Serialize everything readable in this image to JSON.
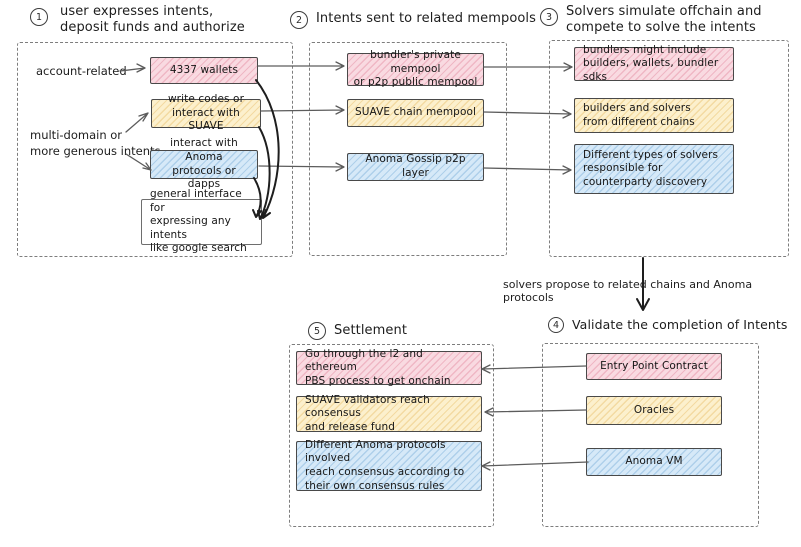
{
  "colors": {
    "pink_fill": "#f9dae1",
    "pink_hatch": "#d96682",
    "yellow_fill": "#fcf0cd",
    "yellow_hatch": "#dea83d",
    "blue_fill": "#d6e9f8",
    "blue_hatch": "#5094ca",
    "ink": "#1d1d1d",
    "dashed_border": "#7d7d7d"
  },
  "headers": {
    "n1": "1",
    "t1": "user expresses intents,\ndeposit funds and authorize",
    "n2": "2",
    "t2": "Intents sent to related mempools",
    "n3": "3",
    "t3": "Solvers simulate offchain and\ncompete to solve the intents",
    "n4": "4",
    "t4": "Validate the completion of Intents",
    "n5": "5",
    "t5": "Settlement"
  },
  "s1": {
    "label_account": "account-related",
    "label_multidomain": "multi-domain or\nmore generous intents",
    "wallets": "4337 wallets",
    "suave": "write codes or\ninteract with SUAVE",
    "anoma": "interact with Anoma\nprotocols or dapps",
    "general": "general interface for\nexpressing any intents\nlike google search"
  },
  "s2": {
    "bundler": "bundler's private mempool\nor p2p public mempool",
    "suave": "SUAVE chain mempool",
    "anoma": "Anoma Gossip p2p layer"
  },
  "s3": {
    "bundlers": "bundlers might include\nbuilders, wallets, bundler sdks",
    "builders": "builders and solvers\nfrom different chains",
    "solvers": "Different types of solvers\nresponsible for\ncounterparty discovery"
  },
  "mid": {
    "propose": "solvers propose to related chains and Anoma protocols"
  },
  "s4": {
    "entry": "Entry Point Contract",
    "oracles": "Oracles",
    "anomavm": "Anoma VM"
  },
  "s5": {
    "pbs": "Go through the l2 and ethereum\nPBS process to get onchain",
    "suave": "SUAVE validators reach consensus\nand release fund",
    "anoma": "Different Anoma protocols involved\nreach consensus according to\ntheir own consensus rules"
  }
}
